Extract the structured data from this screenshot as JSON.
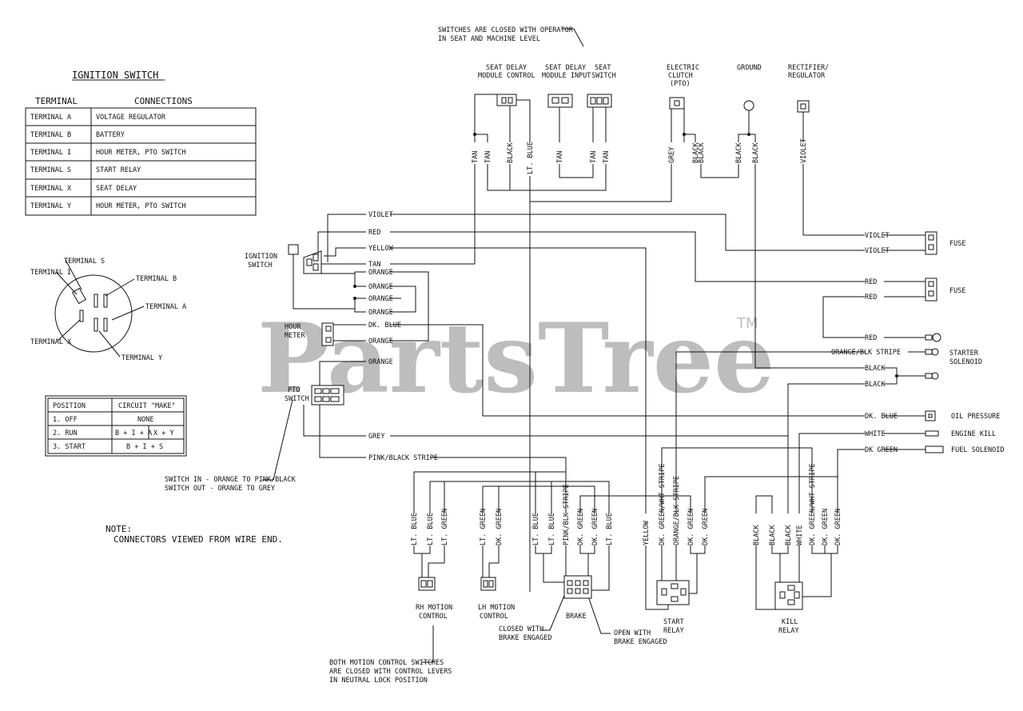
{
  "watermark": {
    "text": "PartsTree",
    "tm": "TM"
  },
  "ignition": {
    "title": "IGNITION SWITCH",
    "col_terminal": "TERMINAL",
    "col_connections": "CONNECTIONS",
    "rows": [
      {
        "terminal": "TERMINAL A",
        "connection": "VOLTAGE REGULATOR"
      },
      {
        "terminal": "TERMINAL B",
        "connection": "BATTERY"
      },
      {
        "terminal": "TERMINAL I",
        "connection": "HOUR METER, PTO SWITCH"
      },
      {
        "terminal": "TERMINAL S",
        "connection": "START RELAY"
      },
      {
        "terminal": "TERMINAL X",
        "connection": "SEAT DELAY"
      },
      {
        "terminal": "TERMINAL Y",
        "connection": "HOUR METER, PTO SWITCH"
      }
    ],
    "face_labels": {
      "s": "TERMINAL S",
      "i": "TERMINAL I",
      "b": "TERMINAL B",
      "a": "TERMINAL A",
      "x": "TERMINAL X",
      "y": "TERMINAL Y"
    }
  },
  "position_table": {
    "col_position": "POSITION",
    "col_circuit": "CIRCUIT \"MAKE\"",
    "rows": [
      {
        "pos": "1. OFF",
        "c1": "NONE",
        "c2": ""
      },
      {
        "pos": "2. RUN",
        "c1": "B + I + A",
        "c2": "X + Y"
      },
      {
        "pos": "3. START",
        "c1": "B + I + S",
        "c2": ""
      }
    ]
  },
  "notes": {
    "switches_closed_1": "SWITCHES ARE CLOSED WITH OPERATOR",
    "switches_closed_2": "IN SEAT AND MACHINE LEVEL",
    "note_title": "NOTE:",
    "note_body": "CONNECTORS VIEWED FROM WIRE END.",
    "pto_note_1": "SWITCH IN - ORANGE TO PINK/BLACK",
    "pto_note_2": "SWITCH OUT - ORANGE TO GREY",
    "motion_note_1": "BOTH MOTION CONTROL SWITCHES",
    "motion_note_2": "ARE CLOSED WITH CONTROL LEVERS",
    "motion_note_3": "IN NEUTRAL LOCK POSITION",
    "brake_closed_1": "CLOSED WITH",
    "brake_closed_2": "BRAKE ENGAGED",
    "brake_open_1": "OPEN WITH",
    "brake_open_2": "BRAKE ENGAGED"
  },
  "components": {
    "seat_delay_ctrl_1": "SEAT DELAY",
    "seat_delay_ctrl_2": "MODULE CONTROL",
    "seat_delay_in_1": "SEAT DELAY",
    "seat_delay_in_2": "MODULE INPUT",
    "seat_sw_1": "SEAT",
    "seat_sw_2": "SWITCH",
    "clutch_1": "ELECTRIC",
    "clutch_2": "CLUTCH",
    "clutch_3": "(PTO)",
    "ground": "GROUND",
    "rect_1": "RECTIFIER/",
    "rect_2": "REGULATOR",
    "ign_1": "IGNITION",
    "ign_2": "SWITCH",
    "hour_1": "HOUR",
    "hour_2": "METER",
    "pto_1": "PTO",
    "pto_2": "SWITCH",
    "fuse1": "FUSE",
    "fuse2": "FUSE",
    "starter_1": "STARTER",
    "starter_2": "SOLENOID",
    "oil": "OIL PRESSURE",
    "kill": "ENGINE KILL",
    "fuel": "FUEL SOLENOID",
    "rh_1": "RH MOTION",
    "rh_2": "CONTROL",
    "lh_1": "LH MOTION",
    "lh_2": "CONTROL",
    "brake": "BRAKE",
    "start_1": "START",
    "start_2": "RELAY",
    "killr_1": "KILL",
    "killr_2": "RELAY"
  },
  "wires": {
    "top_vertical": [
      "TAN",
      "TAN",
      "BLACK",
      "LT. BLUE",
      "TAN",
      "TAN",
      "TAN",
      "GREY",
      "BLACK",
      "BLACK",
      "BLACK",
      "BLACK",
      "VIOLET"
    ],
    "left_horizontal": [
      "VIOLET",
      "RED",
      "YELLOW",
      "TAN",
      "ORANGE",
      "ORANGE",
      "ORANGE",
      "ORANGE",
      "DK. BLUE",
      "ORANGE",
      "ORANGE",
      "GREY",
      "PINK/BLACK STRIPE"
    ],
    "right_horizontal": [
      "VIOLET",
      "VIOLET",
      "RED",
      "RED",
      "RED",
      "ORANGE/BLK STRIPE",
      "BLACK",
      "BLACK",
      "DK. BLUE",
      "WHITE",
      "DK GREEN"
    ],
    "bottom_vertical": [
      "LT. BLUE",
      "LT. BLUE",
      "LT. GREEN",
      "LT. GREEN",
      "DK. GREEN",
      "LT. BLUE",
      "LT. BLUE",
      "PINK/BLK STRIPE",
      "DK. GREEN",
      "DK. GREEN",
      "LT. BLUE",
      "YELLOW",
      "DK. GREEN/WHT STRIPE",
      "ORANGE/BLK STRIPE",
      "DK. GREEN",
      "DK. GREEN",
      "BLACK",
      "BLACK",
      "BLACK",
      "WHITE",
      "DK. GREEN/WHT STRIPE",
      "DK. GREEN",
      "DK. GREEN"
    ]
  }
}
